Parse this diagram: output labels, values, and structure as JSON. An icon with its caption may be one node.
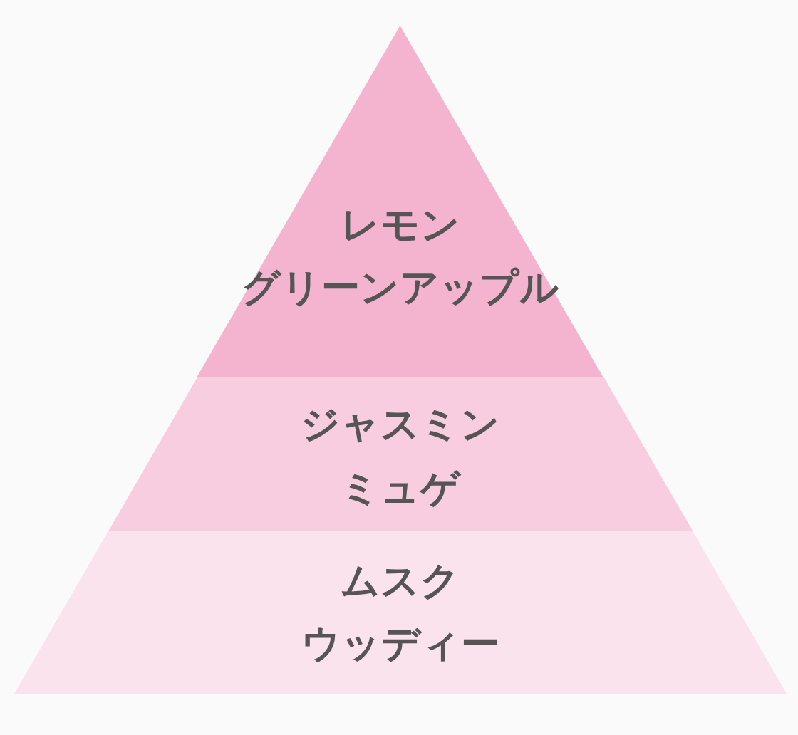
{
  "diagram": {
    "nodes": [
      {
        "text": [
          "レモン",
          "グリーンアップル"
        ]
      },
      {
        "text": [
          "ジャスミン",
          "ミュゲ"
        ]
      },
      {
        "text": [
          "ムスク",
          "ウッディー"
        ]
      }
    ]
  }
}
